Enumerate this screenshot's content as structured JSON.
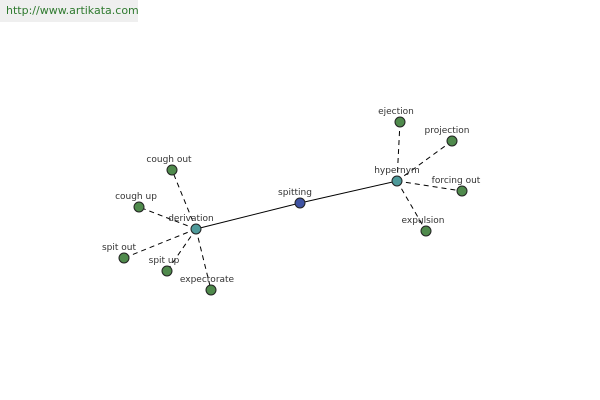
{
  "watermark": "http://www.artikata.com",
  "colors": {
    "background": "#ffffff",
    "edge": "#000000",
    "center_node": "#3f53a3",
    "hub_node": "#4e9a9a",
    "leaf_node": "#4f8a4c",
    "label": "#333333",
    "watermark_text": "#2f7a2f",
    "watermark_bg": "#efefef"
  },
  "graph": {
    "center": {
      "id": "spitting",
      "label": "spitting"
    },
    "hubs": [
      {
        "id": "derivation",
        "label": "derivation",
        "children": [
          {
            "id": "cough-out",
            "label": "cough out"
          },
          {
            "id": "cough-up",
            "label": "cough up"
          },
          {
            "id": "spit-out",
            "label": "spit out"
          },
          {
            "id": "spit-up",
            "label": "spit up"
          },
          {
            "id": "expectorate",
            "label": "expectorate"
          }
        ]
      },
      {
        "id": "hypernym",
        "label": "hypernym",
        "children": [
          {
            "id": "ejection",
            "label": "ejection"
          },
          {
            "id": "projection",
            "label": "projection"
          },
          {
            "id": "forcing-out",
            "label": "forcing out"
          },
          {
            "id": "expulsion",
            "label": "expulsion"
          }
        ]
      }
    ]
  }
}
